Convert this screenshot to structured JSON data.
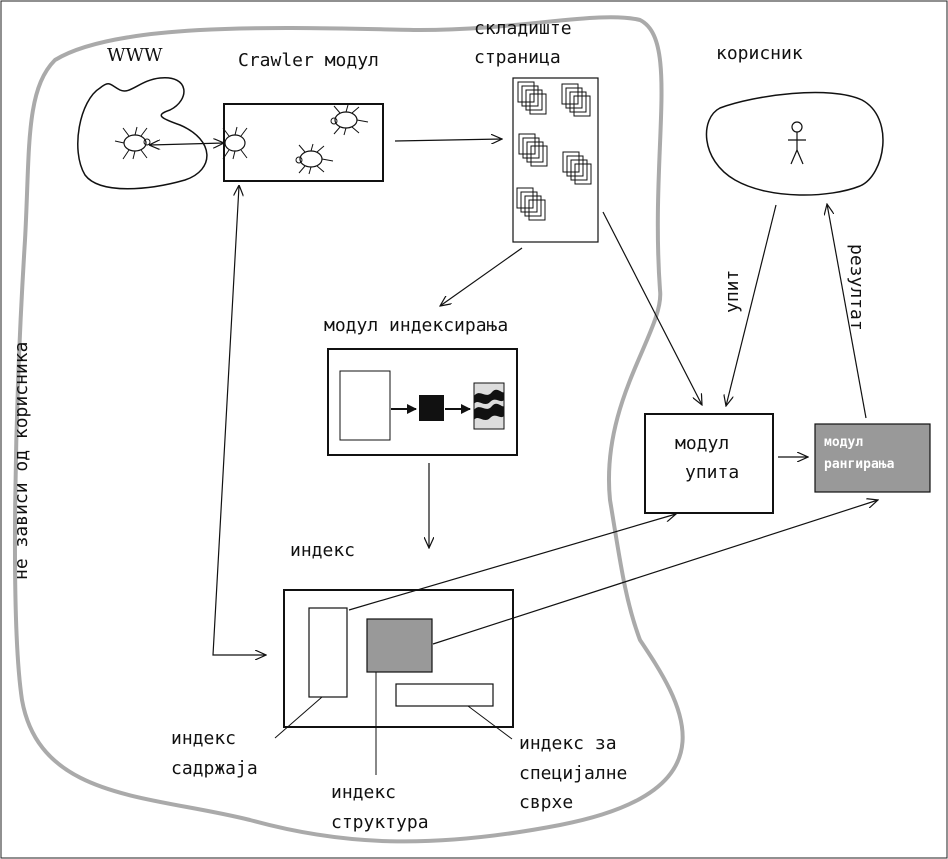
{
  "labels": {
    "www": "WWW",
    "crawler": "Crawler модул",
    "storage_line1": "складиште",
    "storage_line2": "страница",
    "user": "корисник",
    "indexing_module": "модул индексирања",
    "query_line1": "модул",
    "query_line2": "упита",
    "ranking_line1": "модул",
    "ranking_line2": "рангирања",
    "query_arrow": "упит",
    "result_arrow": "резултат",
    "index": "индекс",
    "content_index_line1": "индекс",
    "content_index_line2": "садржаја",
    "structure_index_line1": "индекс",
    "structure_index_line2": "структура",
    "special_index_line1": "индекс за",
    "special_index_line2": "специјалне",
    "special_index_line3": "сврхе",
    "user_independent": "не зависи од корисника"
  },
  "colors": {
    "boundary": "#aaaaaa",
    "dark_fill": "#999999",
    "ink": "#111111"
  }
}
